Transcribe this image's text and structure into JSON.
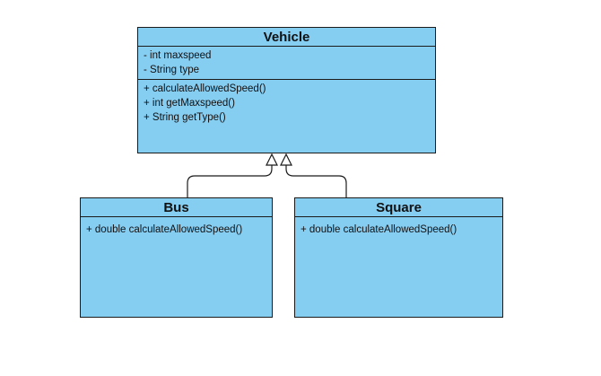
{
  "classes": {
    "vehicle": {
      "name": "Vehicle",
      "attributes": [
        "- int maxspeed",
        "- String type"
      ],
      "methods": [
        "+ calculateAllowedSpeed()",
        "+ int getMaxspeed()",
        "+ String getType()"
      ]
    },
    "bus": {
      "name": "Bus",
      "methods": [
        "+ double calculateAllowedSpeed()"
      ]
    },
    "square": {
      "name": "Square",
      "methods": [
        "+ double calculateAllowedSpeed()"
      ]
    }
  },
  "relations": [
    {
      "type": "generalization",
      "from": "Bus",
      "to": "Vehicle"
    },
    {
      "type": "generalization",
      "from": "Square",
      "to": "Vehicle"
    }
  ],
  "colors": {
    "class_fill": "#86cdf2",
    "stroke": "#1b1b1b"
  }
}
